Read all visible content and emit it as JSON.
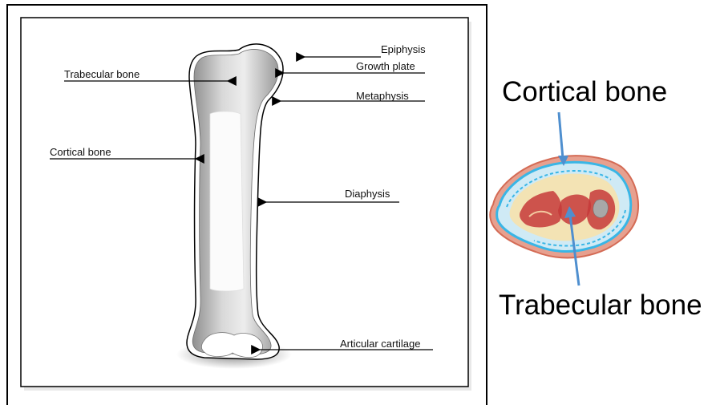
{
  "bone_diagram": {
    "labels": {
      "epiphysis": "Epiphysis",
      "growth_plate": "Growth plate",
      "metaphysis": "Metaphysis",
      "trabecular_bone": "Trabecular bone",
      "cortical_bone": "Cortical bone",
      "diaphysis": "Diaphysis",
      "articular_cartilage": "Articular cartilage"
    }
  },
  "cross_section": {
    "cortical_label": "Cortical bone",
    "trabecular_label": "Trabecular bone",
    "colors": {
      "cortical": "#39b6e6",
      "trabecular": "#c53a3a",
      "marrow": "#f3e3b4",
      "arrow": "#4f8fcf",
      "edge": "#d46b55"
    }
  }
}
